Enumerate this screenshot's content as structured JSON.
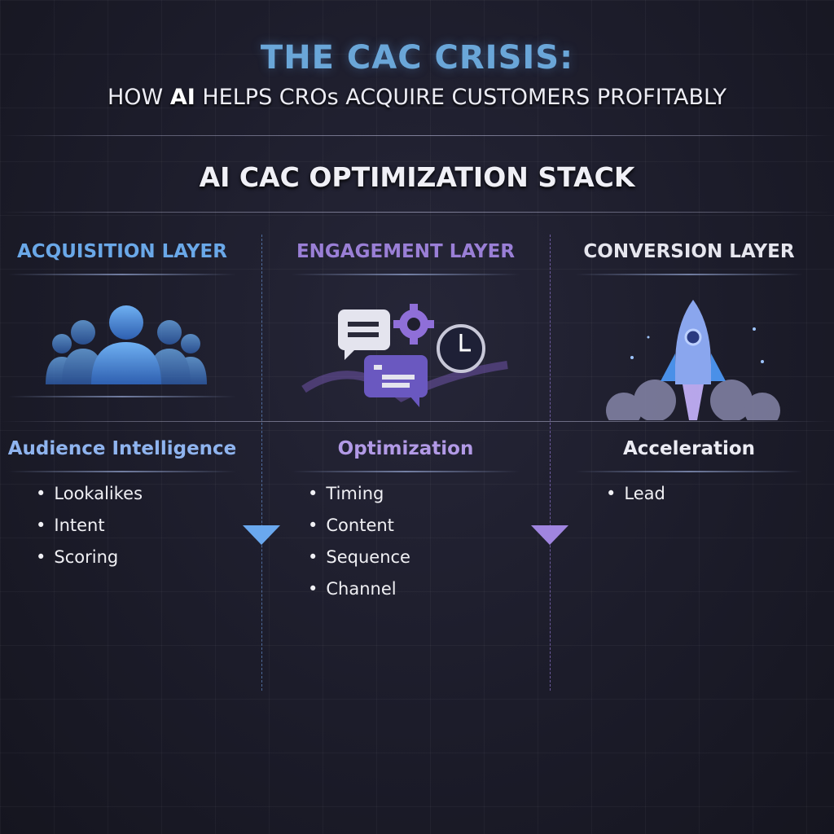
{
  "header": {
    "title": "THE CAC CRISIS:",
    "subtitle_pre": "HOW ",
    "subtitle_ai": "AI",
    "subtitle_post": " HELPS CROs ACQUIRE CUSTOMERS PROFITABLY"
  },
  "stack_title": "AI CAC OPTIMIZATION STACK",
  "colors": {
    "acquisition": "#6aa8e8",
    "engagement": "#9a7fd6",
    "conversion": "#e6e6ee"
  },
  "columns": [
    {
      "layer": "ACQUISITION LAYER",
      "icon": "people-group-icon",
      "subtitle": "Audience Intelligence",
      "items": [
        "Lookalikes",
        "Intent",
        "Scoring"
      ]
    },
    {
      "layer": "ENGAGEMENT LAYER",
      "icon": "chat-gear-clock-icon",
      "subtitle": "Optimization",
      "items": [
        "Timing",
        "Content",
        "Sequence",
        "Channel"
      ]
    },
    {
      "layer": "CONVERSION LAYER",
      "icon": "rocket-icon",
      "subtitle": "Acceleration",
      "items": [
        "Lead"
      ]
    }
  ]
}
